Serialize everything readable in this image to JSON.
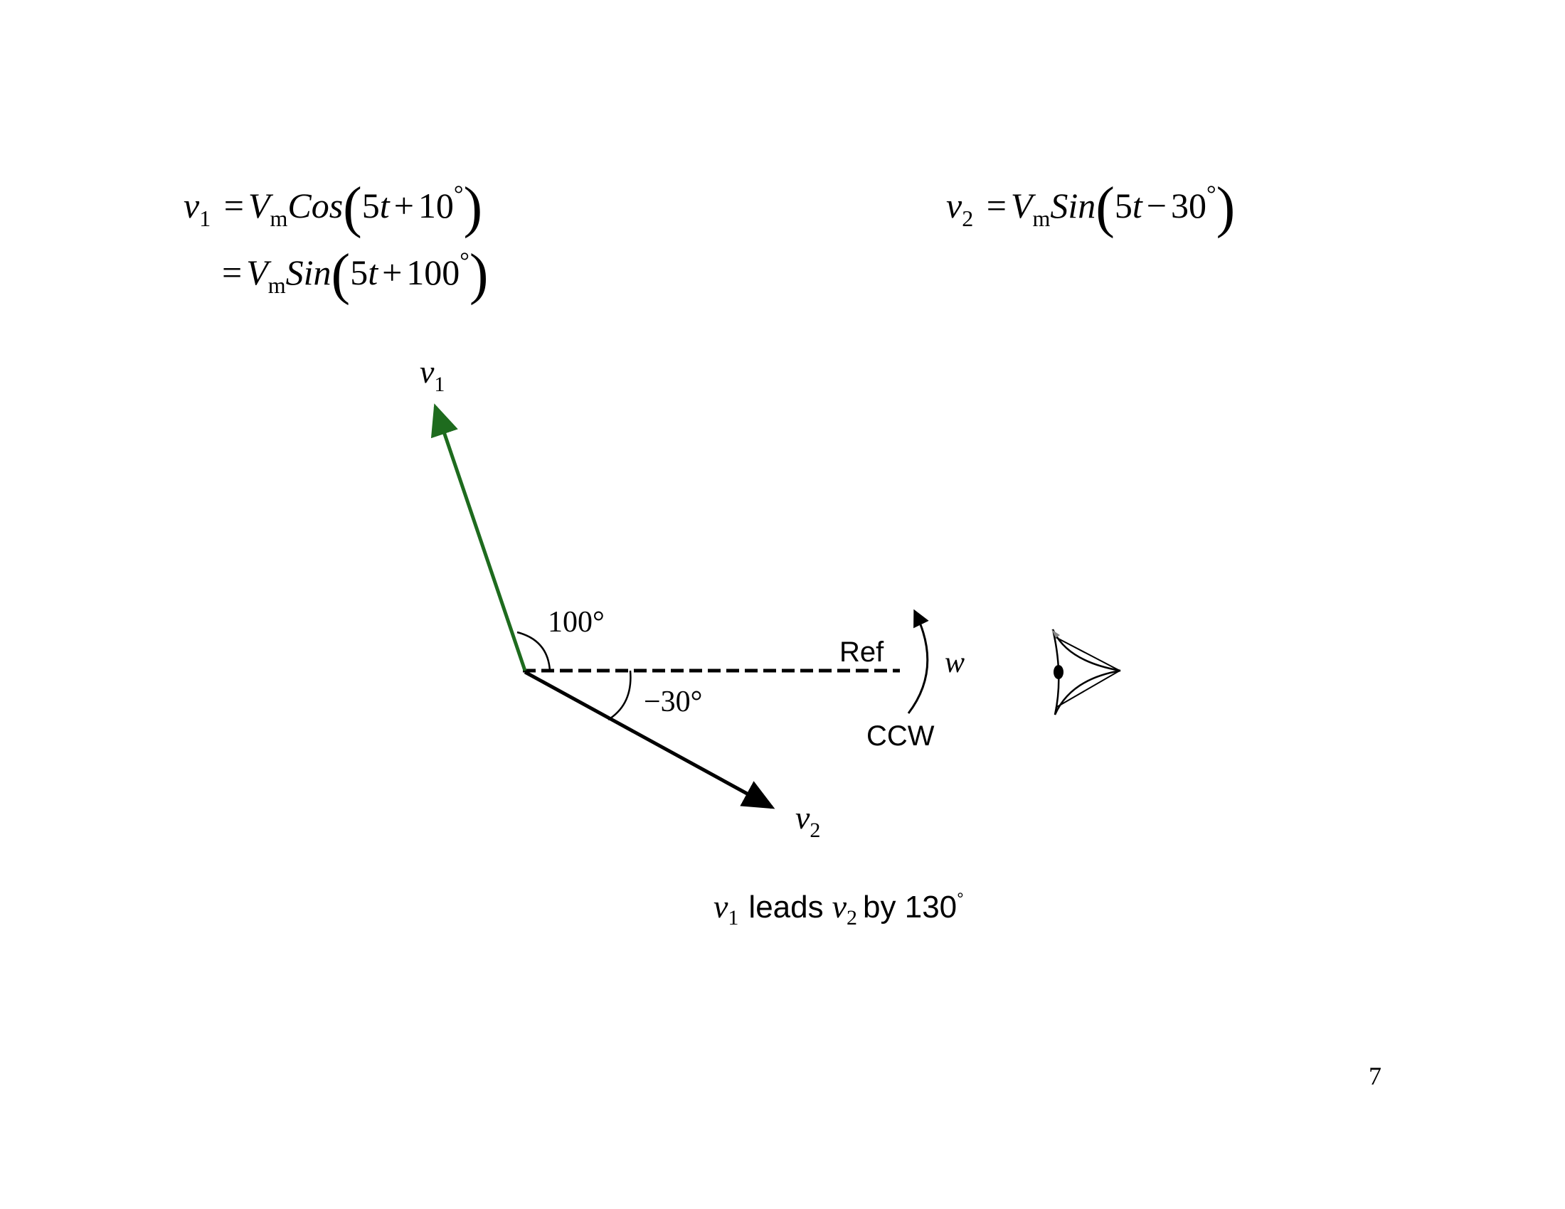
{
  "equations": {
    "v1_line1": {
      "lhs": "v",
      "lhs_sub": "1",
      "eq": "=",
      "V": "V",
      "V_sub": "m",
      "func": "Cos",
      "open": "(",
      "arg1": "5",
      "arg_t": "t",
      "op": "+",
      "arg2": "10",
      "deg": "°",
      "close": ")"
    },
    "v1_line2": {
      "eq": "=",
      "V": "V",
      "V_sub": "m",
      "func": "Sin",
      "open": "(",
      "arg1": "5",
      "arg_t": "t",
      "op": "+",
      "arg2": "100",
      "deg": "°",
      "close": ")"
    },
    "v2": {
      "lhs": "v",
      "lhs_sub": "2",
      "eq": "=",
      "V": "V",
      "V_sub": "m",
      "func": "Sin",
      "open": "(",
      "arg1": "5",
      "arg_t": "t",
      "op": "−",
      "arg2": "30",
      "deg": "°",
      "close": ")"
    }
  },
  "diagram": {
    "v1_label": "v",
    "v1_sub": "1",
    "v2_label": "v",
    "v2_sub": "2",
    "angle_v1": "100°",
    "angle_v2": "−30°",
    "ref_label": "Ref",
    "omega_label": "w",
    "direction_label": "CCW",
    "colors": {
      "v1": "#1e6b1e",
      "v2": "#000000",
      "ref": "#000000"
    }
  },
  "caption": {
    "v1": "v",
    "v1_sub": "1",
    "leads": "leads",
    "v2": "v",
    "v2_sub": "2",
    "by": "by 130",
    "deg": "°"
  },
  "page_number": "7"
}
